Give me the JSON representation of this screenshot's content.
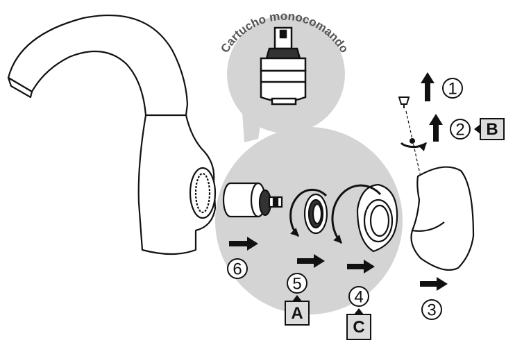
{
  "callout": {
    "label": "Cartucho monocomando"
  },
  "steps": {
    "s1": "1",
    "s2": "2",
    "s3": "3",
    "s4": "4",
    "s5": "5",
    "s6": "6"
  },
  "tags": {
    "a": "A",
    "b": "B",
    "c": "C"
  },
  "colors": {
    "outline": "#111111",
    "zone": "#d4d4d4",
    "tag_fill": "#dcdcdc",
    "callout_text": "#555555"
  },
  "icons": [
    "cartridge-icon",
    "nut-icon",
    "cap-icon",
    "handle-icon",
    "screw-icon",
    "arrow-icon",
    "rotate-icon"
  ]
}
